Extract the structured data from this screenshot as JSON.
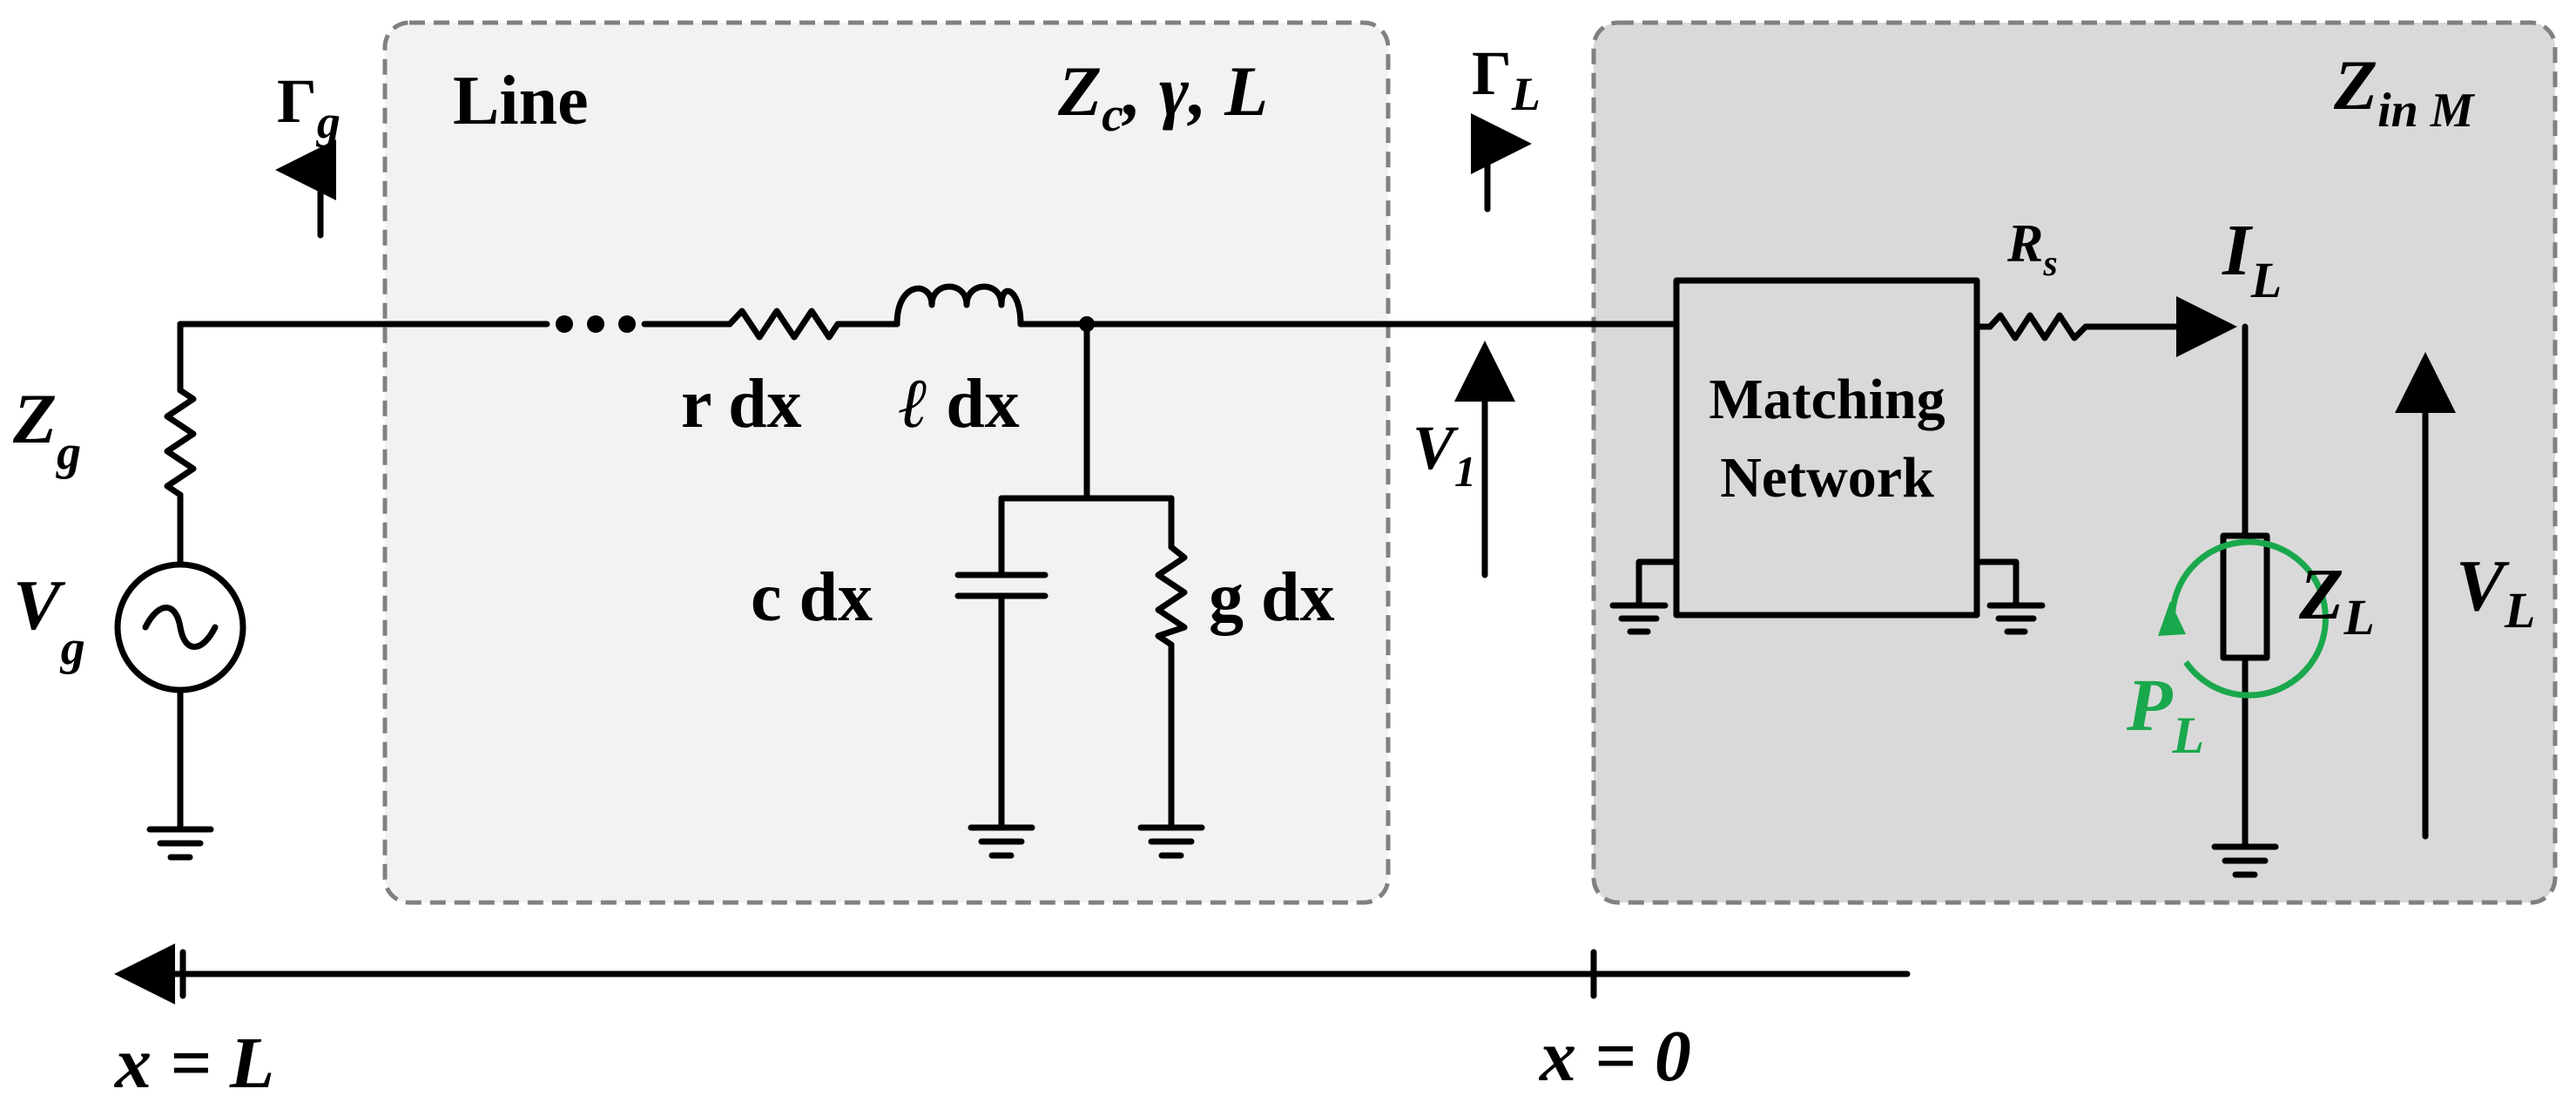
{
  "line_box": {
    "title": "Line",
    "params": {
      "z": "Z",
      "z_sub": "c",
      "rest": ", γ, L"
    }
  },
  "load_box": {
    "zin": {
      "main": "Z",
      "sub": "in M"
    }
  },
  "gamma_g": {
    "main": "Γ",
    "sub": "g"
  },
  "gamma_l": {
    "main": "Γ",
    "sub": "L"
  },
  "source": {
    "zg": {
      "main": "Z",
      "sub": "g"
    },
    "vg": {
      "main": "V",
      "sub": "g"
    }
  },
  "line_elements": {
    "r": "r dx",
    "l": {
      "script": "ℓ",
      "rest": " dx"
    },
    "c": "c dx",
    "g": "g dx"
  },
  "v1": {
    "main": "V",
    "sub": "1"
  },
  "matching_network": {
    "line1": "Matching",
    "line2": "Network"
  },
  "rs": {
    "main": "R",
    "sub": "s"
  },
  "il": {
    "main": "I",
    "sub": "L"
  },
  "zl": {
    "main": "Z",
    "sub": "L"
  },
  "vl": {
    "main": "V",
    "sub": "L"
  },
  "pl": {
    "main": "P",
    "sub": "L"
  },
  "axis": {
    "left_label": "x = L",
    "right_label": "x = 0"
  },
  "colors": {
    "line_box_fill": "#f2f2f2",
    "load_box_fill": "#d9d9d9",
    "box_border": "#808080",
    "power": "#1aa84c",
    "wire": "#000000"
  }
}
